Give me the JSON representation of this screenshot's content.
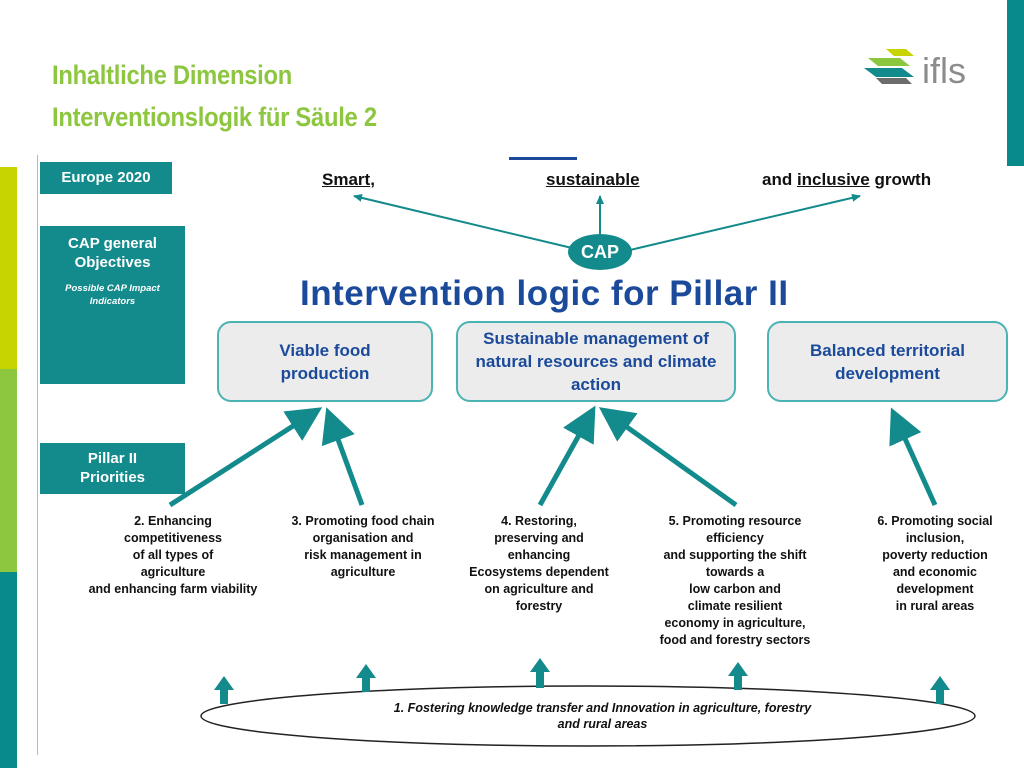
{
  "header": {
    "title_line1": "Inhaltliche Dimension",
    "title_line2": "Interventionslogik für Säule 2",
    "logo_text": "ifls"
  },
  "colors": {
    "title_green": "#8dc63f",
    "teal": "#138a8b",
    "heading_blue": "#1b4a9b",
    "box_fill": "#ececec"
  },
  "sidebar": {
    "europe": "Europe 2020",
    "cap_objectives": "CAP general Objectives",
    "cap_indicators": "Possible CAP Impact Indicators",
    "pillar_priorities": "Pillar II Priorities"
  },
  "growth": {
    "smart": "Smart",
    "smart_suffix": ",",
    "sustainable": "sustainable",
    "and": "and ",
    "inclusive": "inclusive",
    "growth": " growth"
  },
  "cap_label": "CAP",
  "heading": "Intervention logic for Pillar II",
  "objectives": [
    "Viable food production",
    "Sustainable management of natural resources and climate action",
    "Balanced territorial development"
  ],
  "priorities": [
    "2. Enhancing\ncompetitiveness\nof all types of\nagriculture\nand enhancing farm viability",
    "3. Promoting food chain\norganisation and\nrisk management in\nagriculture",
    "4. Restoring,\npreserving and\nenhancing\nEcosystems dependent\non agriculture and\nforestry",
    "5. Promoting resource\nefficiency\nand supporting the shift\ntowards a\nlow carbon and\nclimate resilient\neconomy in agriculture,\nfood and forestry sectors",
    "6. Promoting social\ninclusion,\npoverty reduction\nand economic\ndevelopment\nin rural areas"
  ],
  "base_priority": "1. Fostering knowledge transfer and Innovation in agriculture, forestry\nand rural areas"
}
